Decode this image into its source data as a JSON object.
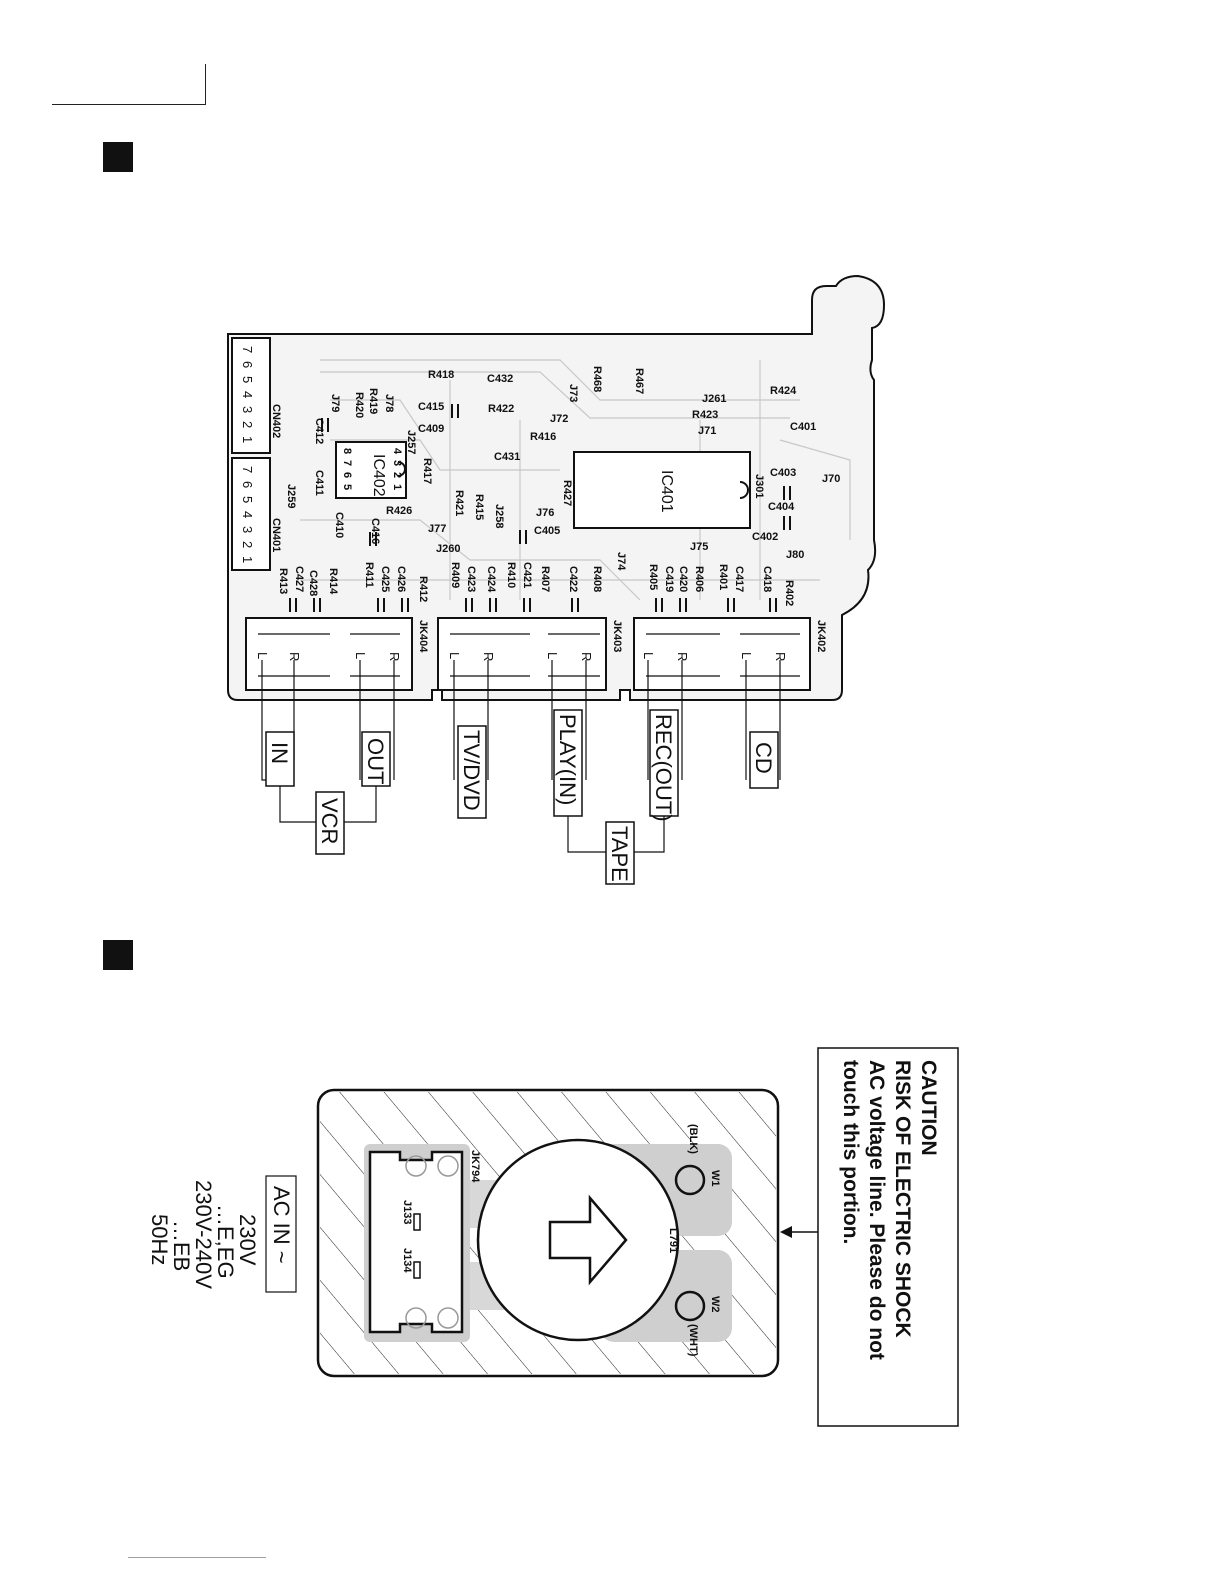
{
  "sections": [
    {
      "id": "top"
    },
    {
      "id": "bottom"
    }
  ],
  "pcb": {
    "connectors": {
      "cn401": "CN401",
      "cn402": "CN402"
    },
    "connector_pins": [
      "7",
      "6",
      "5",
      "4",
      "3",
      "2",
      "1"
    ],
    "ics": {
      "ic401": "IC401",
      "ic402": "IC402"
    },
    "ic402_pins": [
      "8",
      "7",
      "6",
      "5",
      "4",
      "3",
      "2",
      "1"
    ],
    "jacks": {
      "jk402": "JK402",
      "jk403": "JK403",
      "jk404": "JK404"
    },
    "channel_labels": {
      "left": "L",
      "right": "R"
    },
    "components": [
      "R418",
      "C432",
      "R468",
      "R467",
      "J73",
      "J261",
      "R424",
      "R423",
      "J71",
      "C401",
      "R422",
      "J72",
      "C415",
      "R416",
      "C409",
      "J79",
      "J78",
      "R419",
      "R420",
      "C412",
      "J257",
      "C431",
      "R417",
      "C411",
      "R427",
      "J301",
      "C403",
      "J70",
      "R421",
      "R415",
      "R426",
      "J258",
      "J259",
      "C410",
      "C416",
      "J76",
      "C405",
      "C404",
      "C402",
      "J80",
      "J77",
      "J260",
      "J75",
      "J74",
      "R413",
      "C427",
      "C428",
      "R414",
      "R411",
      "C425",
      "C426",
      "R412",
      "R409",
      "C423",
      "C424",
      "R410",
      "C421",
      "R407",
      "C422",
      "R408",
      "R405",
      "C419",
      "C420",
      "R406",
      "R401",
      "C417",
      "C418",
      "R402"
    ]
  },
  "jack_labels": {
    "in": "IN",
    "out": "OUT",
    "vcr": "VCR",
    "tv_dvd": "TV/DVD",
    "play_in": "PLAY(IN)",
    "rec_out": "REC(OUT)",
    "cd": "CD",
    "tape": "TAPE"
  },
  "power_board": {
    "jack": "JK794",
    "inductor": "L791",
    "jumpers": [
      "J133",
      "J134"
    ],
    "wires": [
      {
        "id": "W1",
        "color": "(BLK)"
      },
      {
        "id": "W2",
        "color": "(WHT)"
      }
    ]
  },
  "caution": {
    "lines": [
      "CAUTION",
      "RISK OF ELECTRIC SHOCK",
      "AC voltage line. Please do not",
      "touch this portion."
    ]
  },
  "ac_input": {
    "label": "AC IN ~",
    "spec_lines": [
      "230V",
      "…E,EG",
      "230V-240V",
      "…EB",
      "50Hz"
    ]
  }
}
